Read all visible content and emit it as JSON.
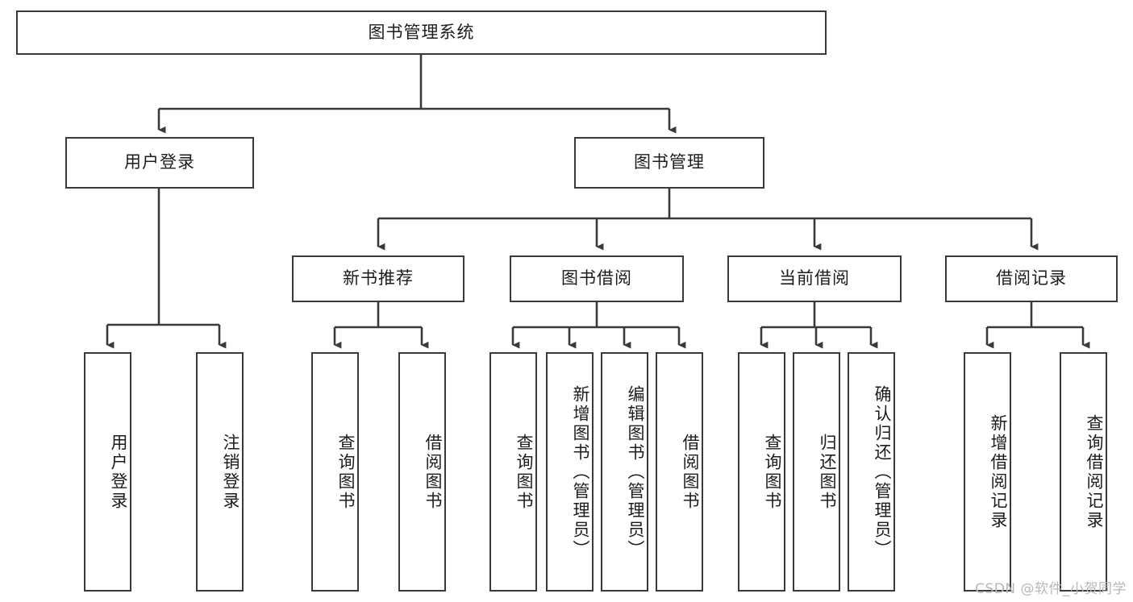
{
  "diagram": {
    "title": "图书管理系统",
    "type": "tree-hierarchy-chart",
    "root": {
      "label": "图书管理系统"
    },
    "level2": [
      {
        "label": "用户登录"
      },
      {
        "label": "图书管理"
      }
    ],
    "level3": [
      {
        "label": "新书推荐"
      },
      {
        "label": "图书借阅"
      },
      {
        "label": "当前借阅"
      },
      {
        "label": "借阅记录"
      }
    ],
    "leaves": {
      "user_login": [
        {
          "label": "用户登录"
        },
        {
          "label": "注销登录"
        }
      ],
      "new_book_recommend": [
        {
          "label": "查询图书"
        },
        {
          "label": "借阅图书"
        }
      ],
      "book_borrow": [
        {
          "label": "查询图书"
        },
        {
          "label": "新增图书（管理员）"
        },
        {
          "label": "编辑图书（管理员）"
        },
        {
          "label": "借阅图书"
        }
      ],
      "current_borrow": [
        {
          "label": "查询图书"
        },
        {
          "label": "归还图书"
        },
        {
          "label": "确认归还（管理员）"
        }
      ],
      "borrow_record": [
        {
          "label": "新增借阅记录"
        },
        {
          "label": "查询借阅记录"
        }
      ]
    }
  },
  "watermark": {
    "text": "CSDN @软件_小贺同学"
  },
  "colors": {
    "stroke": "#3a3a3a",
    "fill": "#ffffff",
    "text": "#1c1c1c",
    "watermark": "#b8b8b8"
  }
}
